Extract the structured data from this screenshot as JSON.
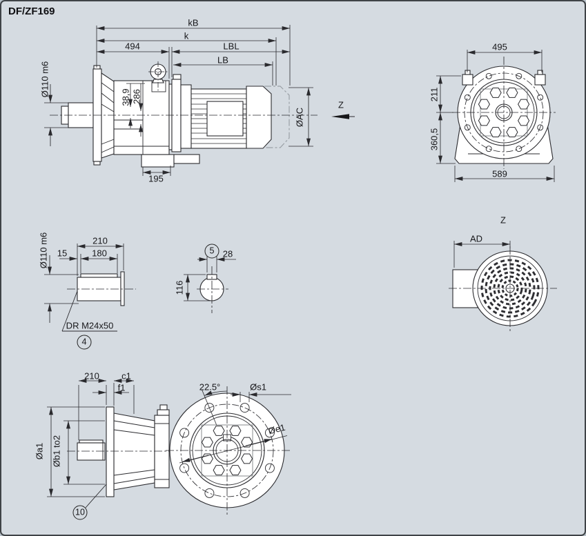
{
  "title": "DF/ZF169",
  "colors": {
    "background": "#d5dbe1",
    "line": "#2a2a2e",
    "phantom": "#9aa0a6",
    "fill": "#ffffff"
  },
  "labels": {
    "side": {
      "kb": "kB",
      "k": "k",
      "l494": "494",
      "lbl": "LBL",
      "lb": "LB",
      "shaft_dia": "Ø110 m6",
      "h389": "38,9",
      "h286": "286",
      "ac": "ØAC",
      "z": "Z",
      "w195": "195"
    },
    "front": {
      "w495": "495",
      "h211": "211",
      "h3605": "360,5",
      "w589": "589"
    },
    "fan": {
      "z": "Z",
      "ad": "AD"
    },
    "shaft": {
      "l210": "210",
      "l15": "15",
      "l180": "180",
      "dia": "Ø110 m6",
      "thread": "DR M24x50",
      "note": "4"
    },
    "key": {
      "w28": "28",
      "h116": "116",
      "note": "5"
    },
    "flange_side": {
      "l210": "210",
      "c1": "c1",
      "f1": "f1",
      "a1": "Øa1",
      "b1": "Øb1 to2",
      "note": "10"
    },
    "flange_front": {
      "angle": "22.5°",
      "s1": "Øs1",
      "e1": "Øe1"
    }
  }
}
